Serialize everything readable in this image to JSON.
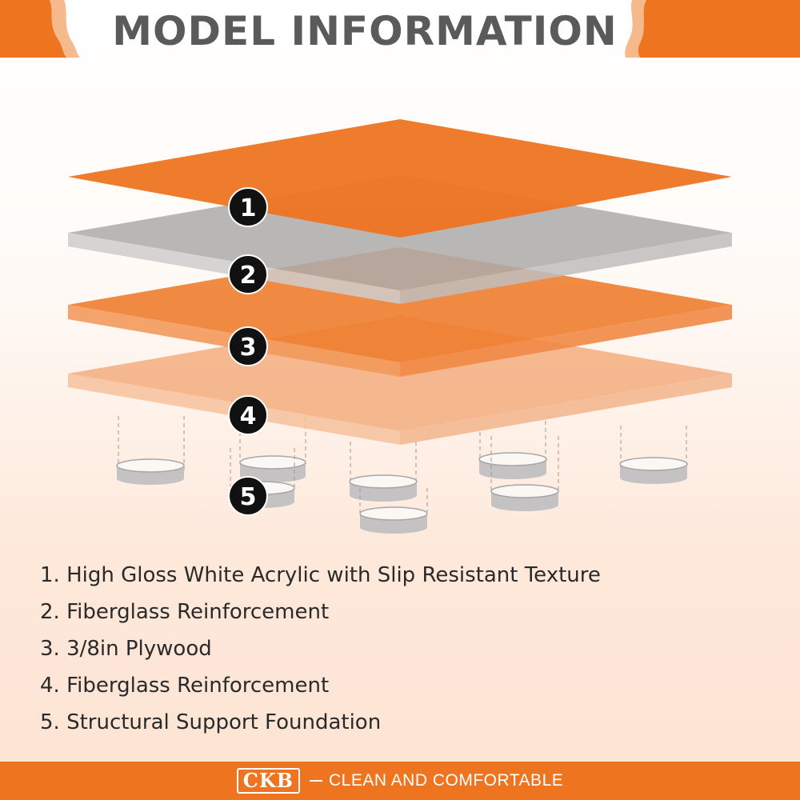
{
  "title": "MODEL INFORMATION",
  "colors": {
    "accent_orange": "#ef7420",
    "title_gray": "#5a5a5a",
    "layer_gray": "#b4b4b4",
    "badge": "#111111"
  },
  "layers": [
    {
      "number": "1",
      "description": "High Gloss White Acrylic with Slip Resistant Texture"
    },
    {
      "number": "2",
      "description": "Fiberglass Reinforcement"
    },
    {
      "number": "3",
      "description": "3/8in Plywood"
    },
    {
      "number": "4",
      "description": "Fiberglass Reinforcement"
    },
    {
      "number": "5",
      "description": "Structural Support Foundation"
    }
  ],
  "legend": [
    "1. High Gloss White Acrylic with Slip Resistant Texture",
    "2. Fiberglass Reinforcement",
    "3. 3/8in Plywood",
    "4. Fiberglass Reinforcement",
    "5. Structural Support Foundation"
  ],
  "footer": {
    "logo": "CKB",
    "tagline": "CLEAN AND COMFORTABLE"
  }
}
